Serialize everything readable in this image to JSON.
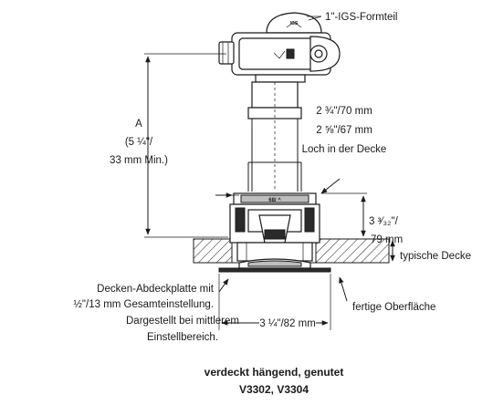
{
  "labels": {
    "fitting": "1\"-IGS-Formteil",
    "dim_a": "A",
    "dim_a_value_1": "(5 ¼\"/",
    "dim_a_value_2": "33 mm Min.)",
    "hole_1": "2 ¾\"/70 mm",
    "hole_2": "2 ⅝\"/67 mm",
    "hole_3": "Loch in der Decke",
    "height_1": "3 ³⁄₃₂\"/",
    "height_2": "79 mm",
    "ceiling": "typische Decke",
    "plate_1": "Decken-Abdeckplatte mit",
    "plate_2": "½\"/13 mm Gesamteinstellung.",
    "plate_3": "Dargestellt bei mittlerem",
    "plate_4": "Einstellbereich.",
    "finished_surface": "fertige Oberfläche",
    "width": "3 ¼\"/82 mm"
  },
  "caption": {
    "line1": "verdeckt hängend, genutet",
    "line2": "V3302, V3304"
  }
}
